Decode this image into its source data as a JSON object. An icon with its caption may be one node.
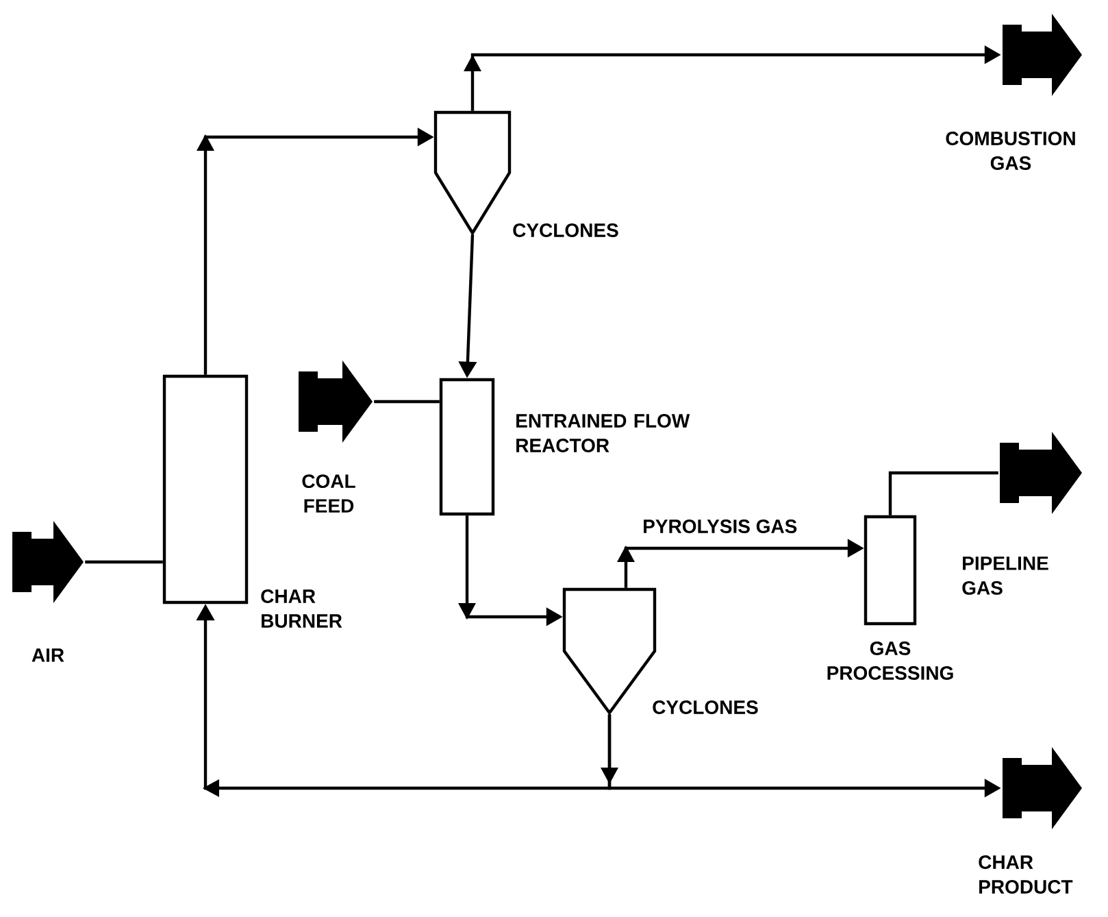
{
  "diagram": {
    "nodes": [
      {
        "text": [
          "AIR"
        ]
      },
      {
        "text": [
          "CHAR BURNER"
        ]
      },
      {
        "text": [
          "CYCLONES"
        ]
      },
      {
        "text": [
          "COMBUSTION GAS"
        ]
      },
      {
        "text": [
          "COAL FEED"
        ]
      },
      {
        "text": [
          "ENTRAINED FLOW REACTOR"
        ]
      },
      {
        "text": [
          "CYCLONES"
        ]
      },
      {
        "text": [
          "GAS PROCESSING"
        ]
      },
      {
        "text": [
          "PIPELINE GAS"
        ]
      },
      {
        "text": [
          "CHAR PRODUCT"
        ]
      }
    ],
    "edges": [
      {
        "from": 0,
        "to": 1,
        "arrow": "none"
      },
      {
        "from": 1,
        "to": 2,
        "arrow": "to"
      },
      {
        "from": 2,
        "to": 3,
        "arrow": "to"
      },
      {
        "from": 2,
        "to": 5,
        "arrow": "to"
      },
      {
        "from": 4,
        "to": 5,
        "arrow": "none"
      },
      {
        "from": 5,
        "to": 6,
        "arrow": "to"
      },
      {
        "from": 6,
        "to": 7,
        "arrow": "to",
        "label": "PYROLYSIS GAS"
      },
      {
        "from": 7,
        "to": 8,
        "arrow": "none"
      },
      {
        "from": 6,
        "to": 1,
        "arrow": "to"
      },
      {
        "from": 6,
        "to": 9,
        "arrow": "to"
      }
    ]
  }
}
